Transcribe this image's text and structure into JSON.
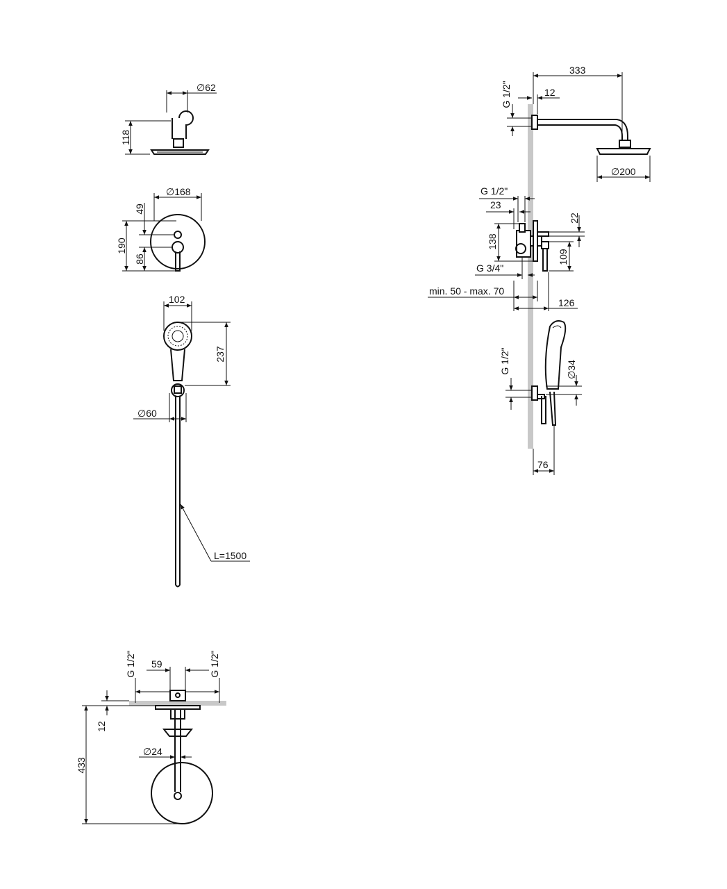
{
  "labels": {
    "head_diam": "∅62",
    "head_height": "118",
    "mixer_diam": "∅168",
    "mixer_49": "49",
    "mixer_190": "190",
    "mixer_86": "86",
    "hand_width": "102",
    "hand_237": "237",
    "hand_diam": "∅60",
    "hose_length": "L=1500",
    "top_g1": "G 1/2\"",
    "top_59": "59",
    "top_g2": "G 1/2\"",
    "top_12": "12",
    "top_433": "433",
    "top_diam24": "∅24",
    "side_333": "333",
    "side_12": "12",
    "side_g_top": "G 1/2\"",
    "side_diam200": "∅200",
    "side_g_mid": "G 1/2\"",
    "side_23": "23",
    "side_22": "22",
    "side_138": "138",
    "side_109": "109",
    "side_g34": "G 3/4\"",
    "side_minmax": "min. 50 - max. 70",
    "side_126": "126",
    "side_g_bottom": "G 1/2\"",
    "side_diam34": "∅34",
    "side_76": "76"
  }
}
